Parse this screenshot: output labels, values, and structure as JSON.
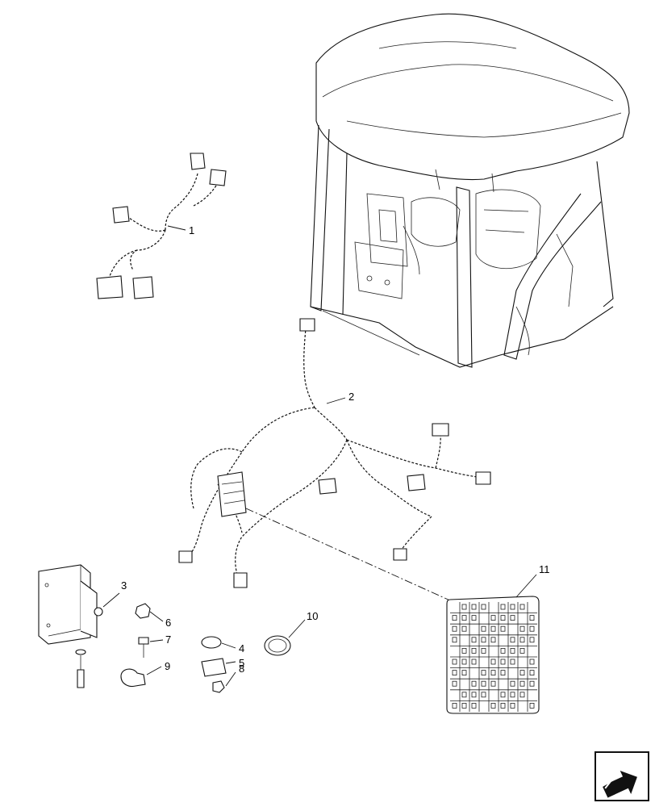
{
  "diagram": {
    "callouts": [
      {
        "id": "1",
        "label": "1"
      },
      {
        "id": "2",
        "label": "2"
      },
      {
        "id": "3",
        "label": "3"
      },
      {
        "id": "4",
        "label": "4"
      },
      {
        "id": "5",
        "label": "5"
      },
      {
        "id": "6",
        "label": "6"
      },
      {
        "id": "7",
        "label": "7"
      },
      {
        "id": "8",
        "label": "8"
      },
      {
        "id": "9",
        "label": "9"
      },
      {
        "id": "10",
        "label": "10"
      },
      {
        "id": "11",
        "label": "11"
      }
    ],
    "nav_icon": "next-page-arrow-icon"
  }
}
